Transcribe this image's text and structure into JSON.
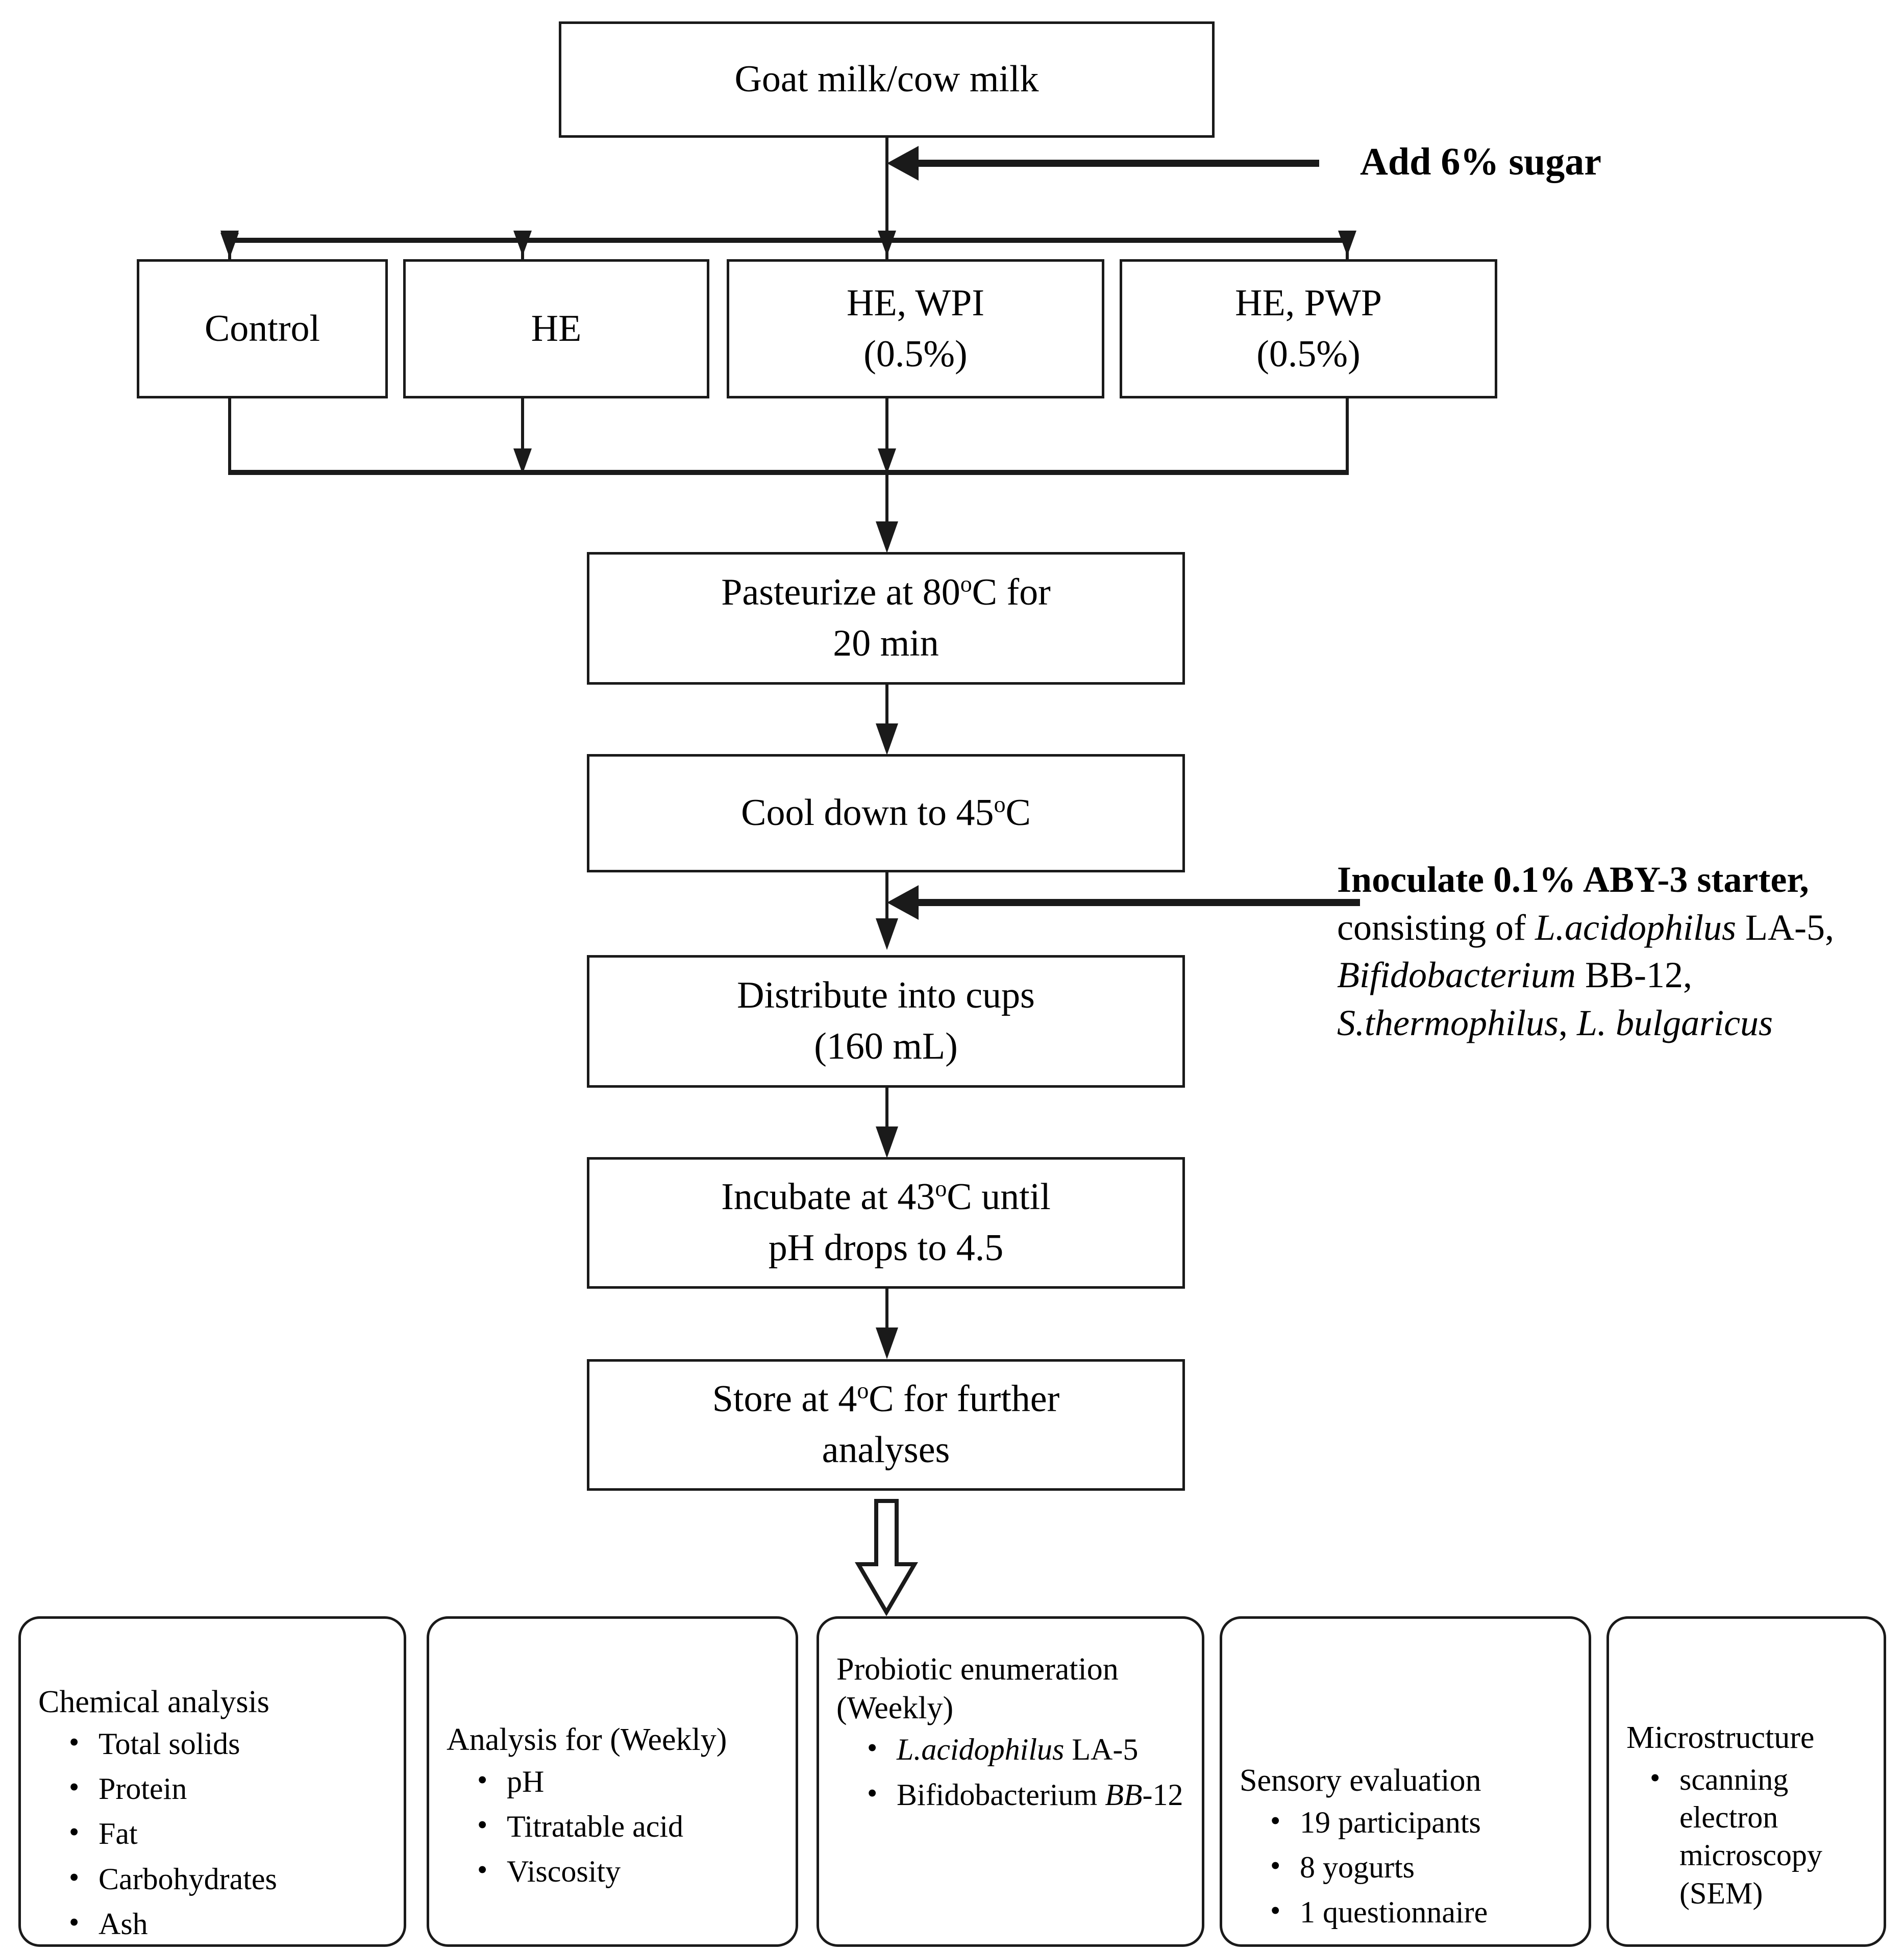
{
  "flow": {
    "source_box": {
      "label": "Goat milk/cow milk"
    },
    "sugar_note": {
      "label": "Add 6% sugar"
    },
    "treatments": [
      {
        "name": "control",
        "label": "Control"
      },
      {
        "name": "he",
        "label": "HE"
      },
      {
        "name": "he-wpi",
        "label": "HE, WPI\n(0.5%)"
      },
      {
        "name": "he-pwp",
        "label": "HE, PWP\n(0.5%)"
      }
    ],
    "process_steps": [
      {
        "name": "pasteurize",
        "label": "Pasteurize at 80ºC for\n20 min"
      },
      {
        "name": "cool",
        "label": "Cool down to 45ºC"
      },
      {
        "name": "distribute",
        "label": "Distribute into cups\n(160 mL)"
      },
      {
        "name": "incubate",
        "label": "Incubate at 43ºC until\npH drops to 4.5"
      },
      {
        "name": "store",
        "label": "Store at 4ºC for further\nanalyses"
      }
    ],
    "inoculate_note": {
      "bold_lead": "Inoculate 0.1% ABY-3 starter,",
      "rest": " consisting of ",
      "organisms": [
        {
          "italic": "L.acidophilus",
          "plain": " LA-5,"
        },
        {
          "italic": "Bifidobacterium",
          "plain": " BB-12,"
        },
        {
          "italic": "S.thermophilus",
          "plain": ", "
        },
        {
          "italic": "L. bulgaricus",
          "plain": ""
        }
      ],
      "full_text": "Inoculate 0.1% ABY-3 starter, consisting of L.acidophilus LA-5, Bifidobacterium BB-12, S.thermophilus, L. bulgaricus"
    }
  },
  "analyses": [
    {
      "name": "chemical-analysis",
      "title": "Chemical analysis",
      "items": [
        "Total solids",
        "Protein",
        "Fat",
        "Carbohydrates",
        "Ash"
      ]
    },
    {
      "name": "weekly-analysis",
      "title": "Analysis for (Weekly)",
      "items": [
        "pH",
        "Titratable acid",
        "Viscosity"
      ]
    },
    {
      "name": "probiotic-enumeration",
      "title": "Probiotic enumeration\n(Weekly)",
      "items": [
        "L.acidophilus LA-5",
        "Bifidobacterium BB-12"
      ]
    },
    {
      "name": "sensory-evaluation",
      "title": "Sensory evaluation",
      "items": [
        "19 participants",
        "8 yogurts",
        "1 questionnaire"
      ]
    },
    {
      "name": "microstructure",
      "title": "Microstructure",
      "items": [
        "scanning electron microscopy (SEM)"
      ]
    }
  ],
  "colors": {
    "stroke": "#1a1a1a",
    "background": "#ffffff"
  }
}
